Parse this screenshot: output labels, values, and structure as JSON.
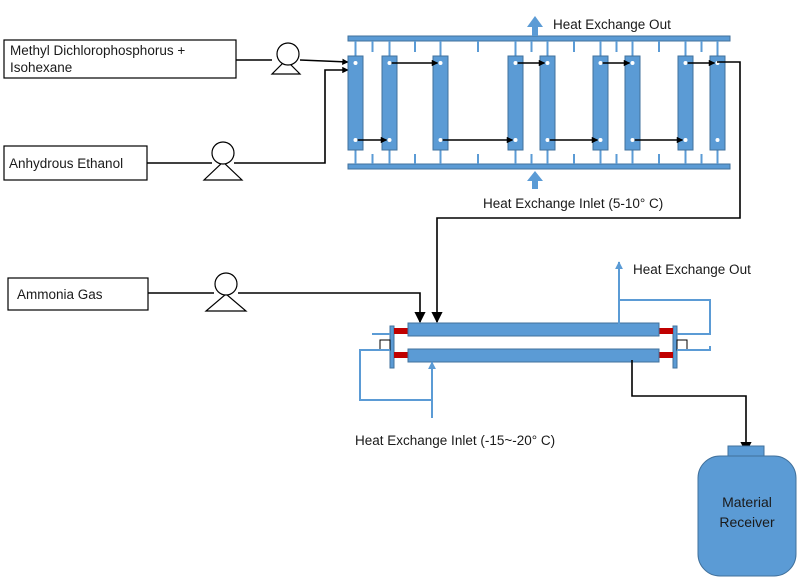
{
  "feeds": {
    "methyl": "Methyl Dichlorophosphorus +",
    "methyl_line2": "Isohexane",
    "ethanol": "Anhydrous Ethanol",
    "ammonia": "Ammonia Gas"
  },
  "reactor_top": {
    "out_label": "Heat Exchange Out",
    "in_label": "Heat Exchange Inlet (5-10° C)"
  },
  "reactor_bottom": {
    "out_label": "Heat Exchange Out",
    "in_label": "Heat Exchange Inlet (-15~-20° C)"
  },
  "receiver": {
    "line1": "Material",
    "line2": "Receiver"
  },
  "colors": {
    "equipment_blue": "#5b9bd5",
    "equipment_edge": "#41719c",
    "seal_red": "#c00000",
    "flow_line": "#000000"
  },
  "icons": [
    "pump-icon",
    "arrow-up-icon",
    "arrow-head-icon"
  ]
}
